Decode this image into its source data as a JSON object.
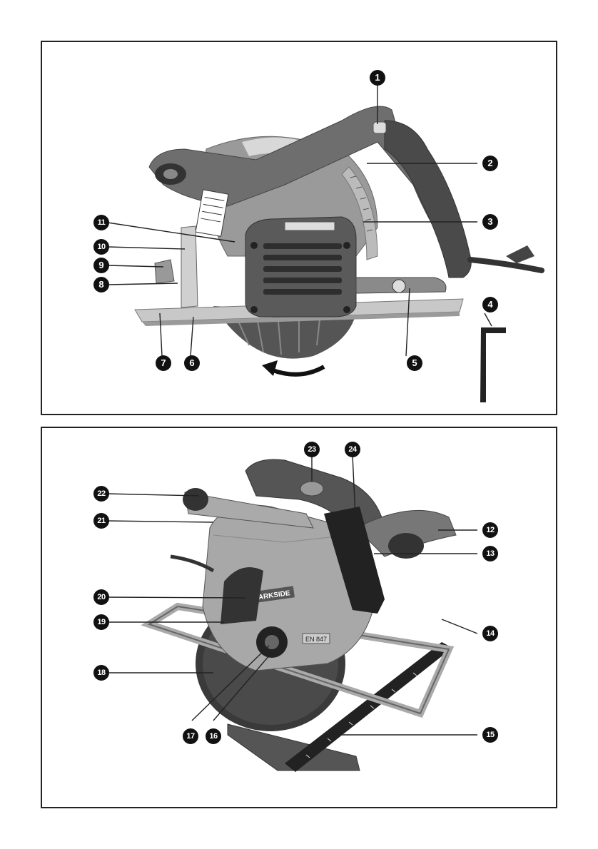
{
  "panels": [
    {
      "id": "panel-top",
      "callouts": [
        "1",
        "2",
        "3",
        "4",
        "5",
        "6",
        "7",
        "8",
        "9",
        "10",
        "11"
      ]
    },
    {
      "id": "panel-bottom",
      "callouts": [
        "12",
        "13",
        "14",
        "15",
        "16",
        "17",
        "18",
        "19",
        "20",
        "21",
        "22",
        "23",
        "24"
      ]
    }
  ],
  "callouts": {
    "c1": "1",
    "c2": "2",
    "c3": "3",
    "c4": "4",
    "c5": "5",
    "c6": "6",
    "c7": "7",
    "c8": "8",
    "c9": "9",
    "c10": "10",
    "c11": "11",
    "c12": "12",
    "c13": "13",
    "c14": "14",
    "c15": "15",
    "c16": "16",
    "c17": "17",
    "c18": "18",
    "c19": "19",
    "c20": "20",
    "c21": "21",
    "c22": "22",
    "c23": "23",
    "c24": "24"
  },
  "labels": {
    "brand": "PARKSIDE",
    "standard": "EN 847"
  }
}
